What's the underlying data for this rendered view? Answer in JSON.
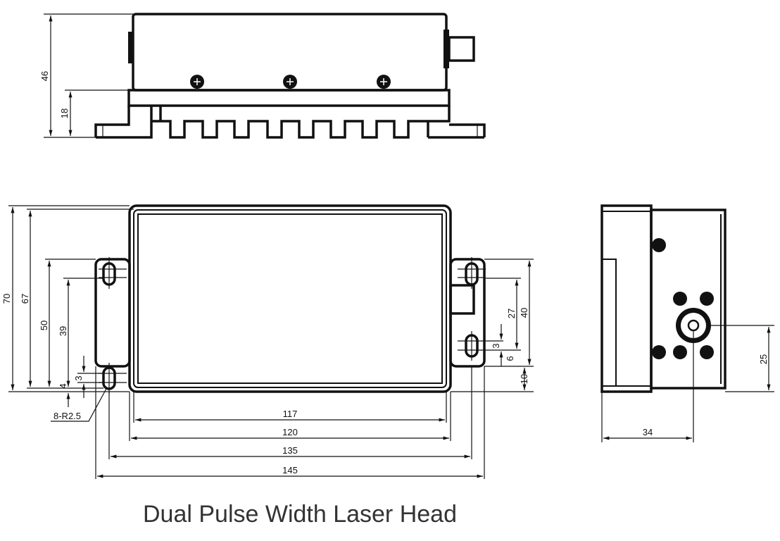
{
  "title": "Dual Pulse Width Laser Head",
  "dimensions": {
    "top_height": "46",
    "top_base": "18",
    "front_70": "70",
    "front_67": "67",
    "front_50": "50",
    "front_39": "39",
    "front_4": "4",
    "front_3_left": "3",
    "hole_note": "8-R2.5",
    "width_117": "117",
    "width_120": "120",
    "width_135": "135",
    "width_145": "145",
    "right_40": "40",
    "right_27": "27",
    "right_3": "3",
    "right_6": "6",
    "right_10": "10",
    "side_25": "25",
    "side_34": "34"
  }
}
